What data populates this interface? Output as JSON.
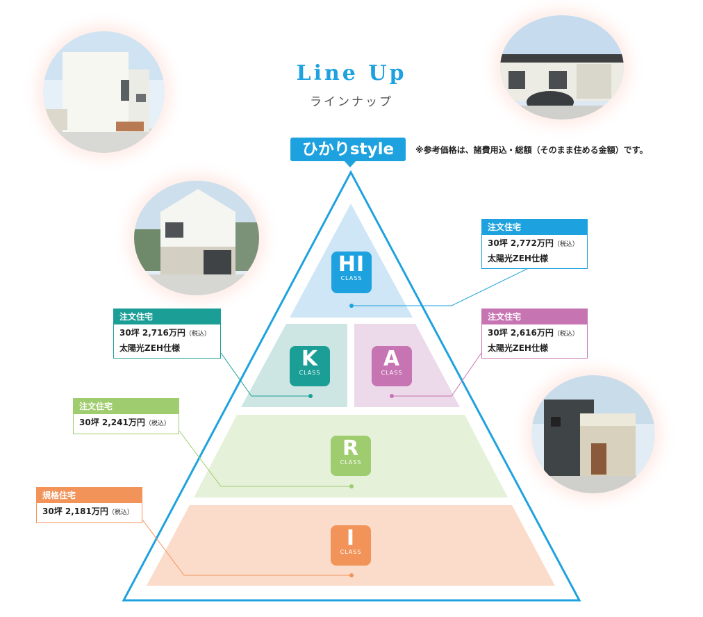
{
  "header": {
    "title_en": "Line Up",
    "title_ja": "ラインナップ"
  },
  "badge": {
    "label": "ひかりstyle",
    "note": "※参考価格は、諸費用込・総額（そのまま住める金額）です。"
  },
  "classes": {
    "hi": {
      "letter": "HI",
      "sub": "CLASS",
      "color": "#1ea2df"
    },
    "k": {
      "letter": "K",
      "sub": "CLASS",
      "color": "#1a9e96"
    },
    "a": {
      "letter": "A",
      "sub": "CLASS",
      "color": "#c774b2"
    },
    "r": {
      "letter": "R",
      "sub": "CLASS",
      "color": "#9fcc6e"
    },
    "i": {
      "letter": "I",
      "sub": "CLASS",
      "color": "#f2935a"
    }
  },
  "info": {
    "hi": {
      "type": "注文住宅",
      "price": "30坪 2,772万円",
      "tax": "（税込）",
      "spec": "太陽光ZEH仕様"
    },
    "k": {
      "type": "注文住宅",
      "price": "30坪 2,716万円",
      "tax": "（税込）",
      "spec": "太陽光ZEH仕様"
    },
    "a": {
      "type": "注文住宅",
      "price": "30坪 2,616万円",
      "tax": "（税込）",
      "spec": "太陽光ZEH仕様"
    },
    "r": {
      "type": "注文住宅",
      "price": "30坪 2,241万円",
      "tax": "（税込）"
    },
    "i": {
      "type": "規格住宅",
      "price": "30坪 2,181万円",
      "tax": "（税込）"
    }
  }
}
